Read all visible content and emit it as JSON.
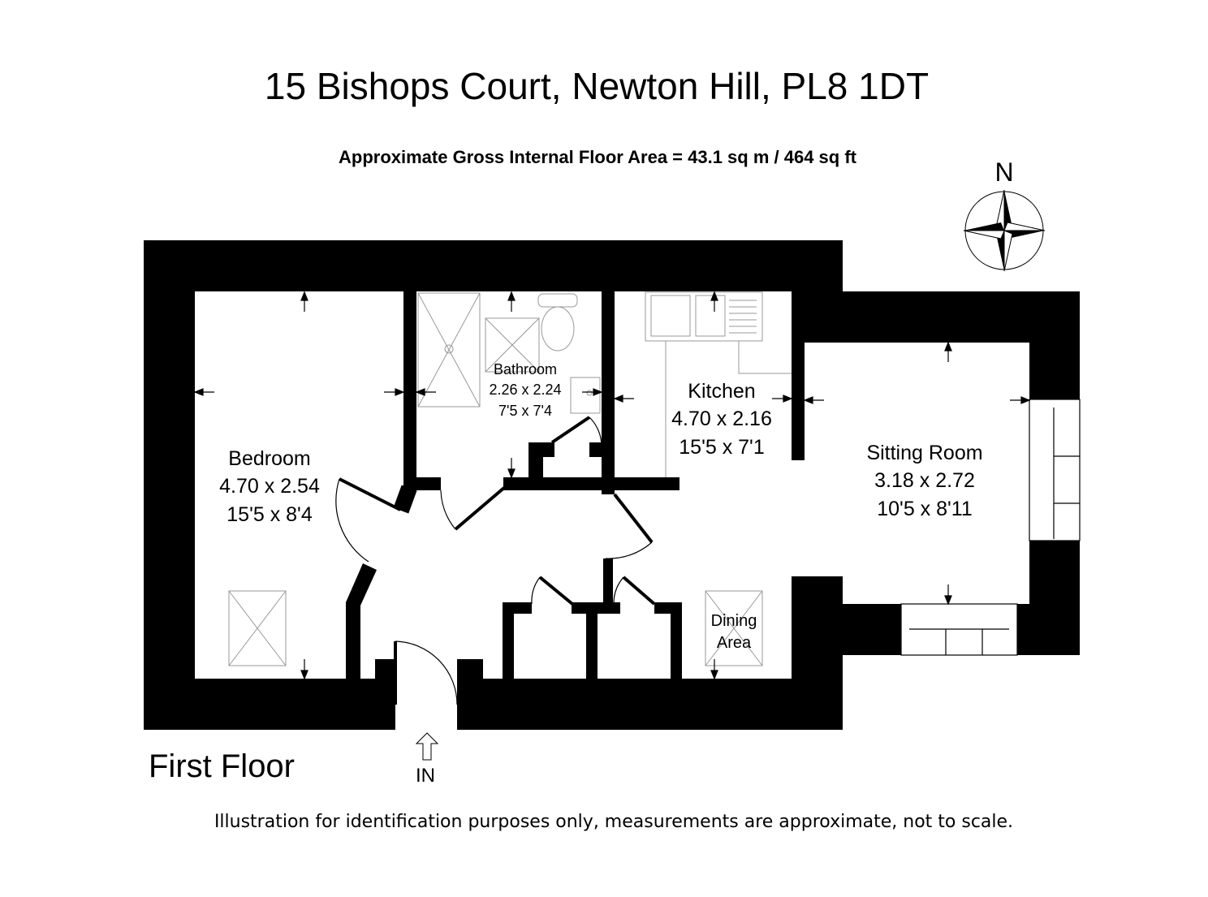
{
  "title": "15 Bishops Court, Newton Hill, PL8 1DT",
  "area_text": "Approximate Gross Internal Floor Area  = 43.1 sq m  / 464 sq ft",
  "compass": {
    "label": "N"
  },
  "floor_label": "First Floor",
  "entrance_label": "IN",
  "disclaimer": "Illustration for identification purposes only, measurements are approximate, not to scale.",
  "rooms": {
    "bedroom": {
      "name": "Bedroom",
      "metric": "4.70 x 2.54",
      "imperial": "15'5 x 8'4"
    },
    "bathroom": {
      "name": "Bathroom",
      "metric": "2.26 x 2.24",
      "imperial": "7'5 x 7'4"
    },
    "kitchen": {
      "name": "Kitchen",
      "metric": "4.70 x 2.16",
      "imperial": "15'5 x 7'1"
    },
    "sitting_room": {
      "name": "Sitting Room",
      "metric": "3.18 x 2.72",
      "imperial": "10'5 x 8'11"
    },
    "dining_area": {
      "name": "Dining",
      "name_line2": "Area"
    }
  }
}
